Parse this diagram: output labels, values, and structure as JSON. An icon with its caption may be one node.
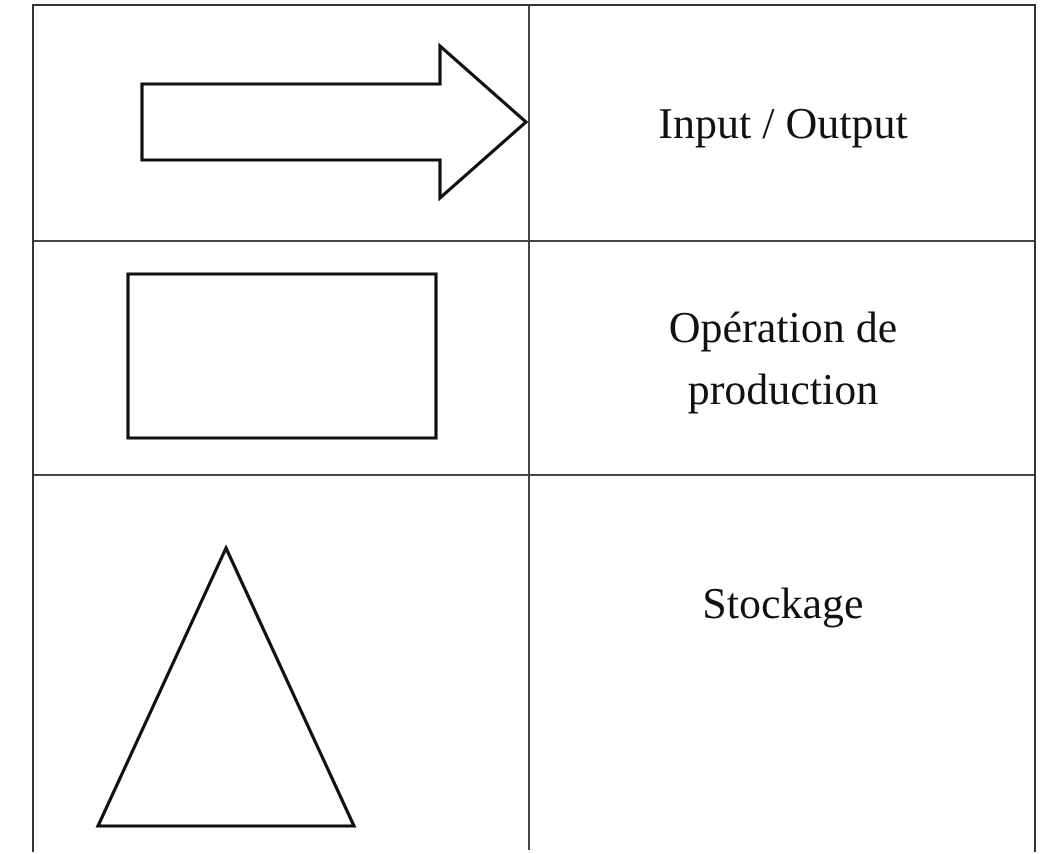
{
  "diagram": {
    "legend": [
      {
        "text": "Input / Output"
      },
      {
        "text": "Opération de production"
      },
      {
        "text": "Stockage"
      }
    ]
  }
}
